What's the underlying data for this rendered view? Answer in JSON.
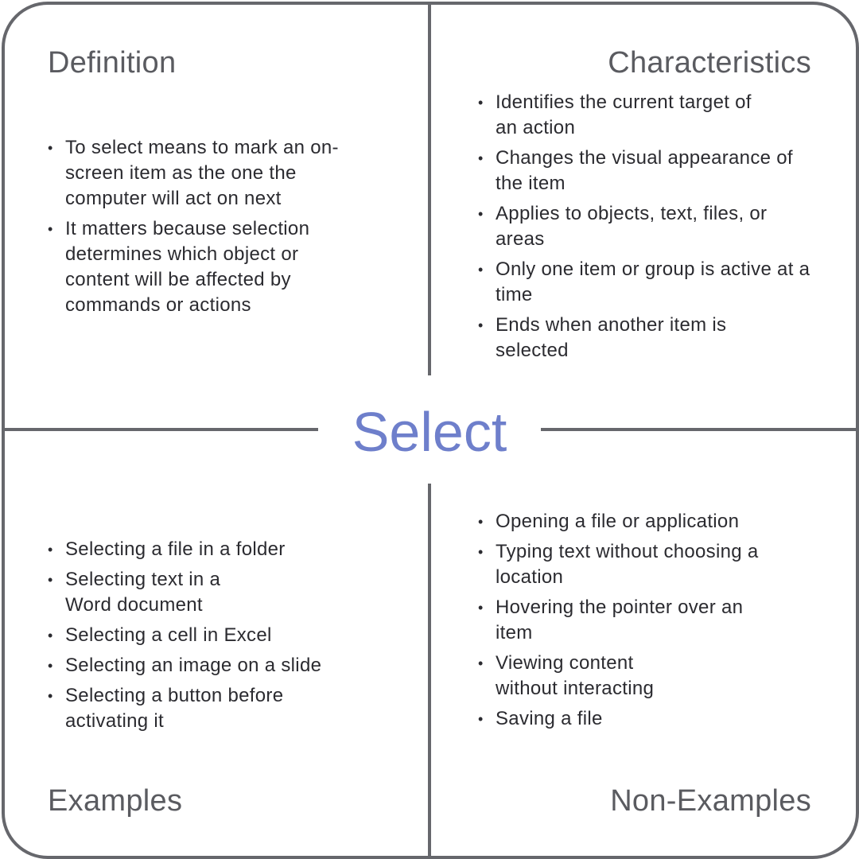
{
  "center": {
    "term": "Select",
    "color": "#6e7fcb"
  },
  "colors": {
    "frame": "#66676c",
    "heading": "#5a5b60",
    "text": "#2b2b30"
  },
  "quadrants": {
    "definition": {
      "title": "Definition",
      "items": [
        "To select means to mark an on-screen item as the one the computer will act on next",
        "It matters because selection determines which object or content will be affected by commands or actions"
      ]
    },
    "characteristics": {
      "title": "Characteristics",
      "items": [
        "Identifies the current target of an action",
        "Changes the visual appearance of the item",
        "Applies to objects, text, files, or areas",
        "Only one item or group is active at a time",
        "Ends when another item is selected"
      ]
    },
    "examples": {
      "title": "Examples",
      "items": [
        "Selecting a file in a folder",
        "Selecting text in a Word document",
        "Selecting a cell in Excel",
        "Selecting an image on a slide",
        "Selecting a button before activating it"
      ]
    },
    "non_examples": {
      "title": "Non-Examples",
      "items": [
        "Opening a file or application",
        "Typing text without choosing a location",
        "Hovering the pointer over an item",
        "Viewing content without interacting",
        "Saving a file"
      ]
    }
  }
}
